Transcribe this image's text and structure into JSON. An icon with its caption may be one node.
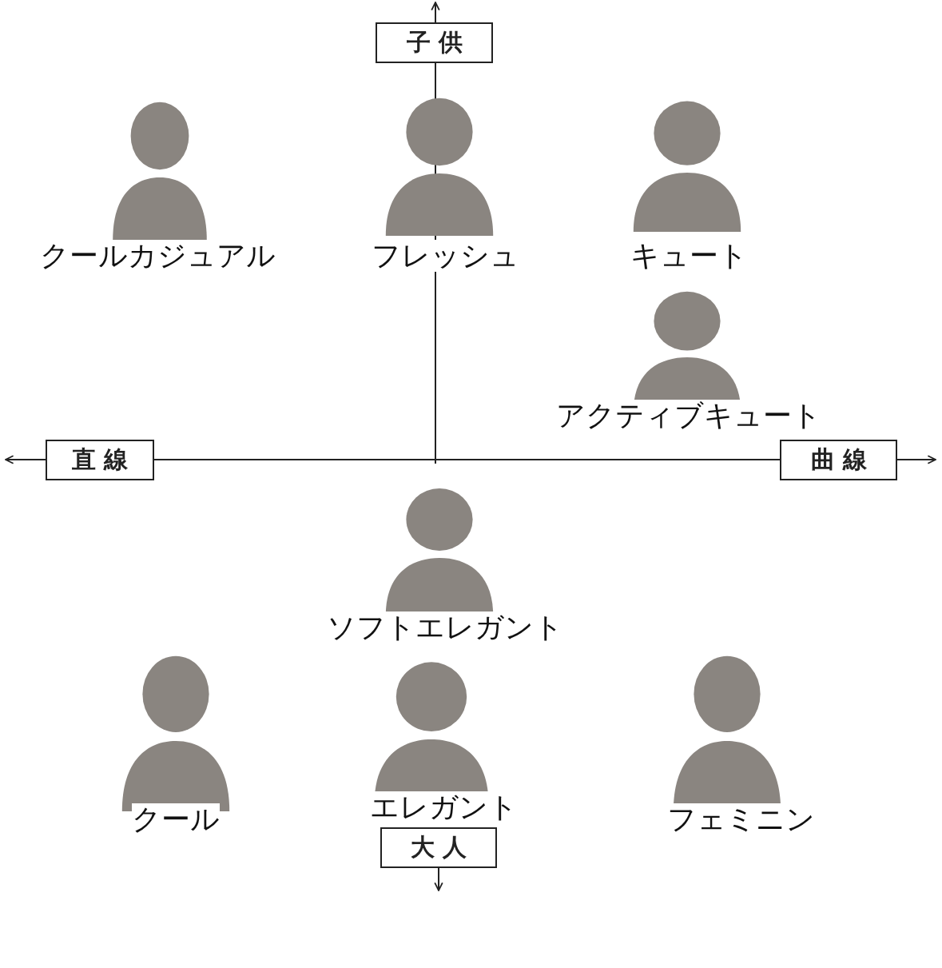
{
  "diagram": {
    "nodes": [
      {
        "text": [
          "子供"
        ]
      },
      {
        "text": [
          "クールカジュアル"
        ]
      },
      {
        "text": [
          "フレッシュ"
        ]
      },
      {
        "text": [
          "キュート"
        ]
      },
      {
        "text": [
          "アクティブキュート"
        ]
      },
      {
        "text": [
          "直線"
        ]
      },
      {
        "text": [
          "曲線"
        ]
      },
      {
        "text": [
          "ソフトエレガント"
        ]
      },
      {
        "text": [
          "クール"
        ]
      },
      {
        "text": [
          "エレガント"
        ]
      },
      {
        "text": [
          "フェミニン"
        ]
      },
      {
        "text": [
          "大人"
        ]
      }
    ]
  }
}
